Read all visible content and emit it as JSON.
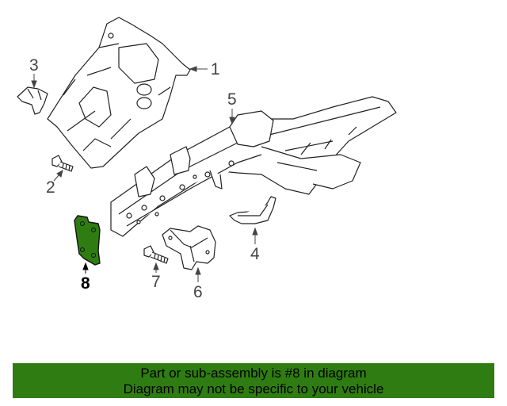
{
  "callouts": {
    "c1": "1",
    "c2": "2",
    "c3": "3",
    "c4": "4",
    "c5": "5",
    "c6": "6",
    "c7": "7",
    "c8": "8"
  },
  "banner": {
    "line1": "Part or sub-assembly is #8 in diagram",
    "line2": "Diagram may not be specific to your vehicle"
  },
  "colors": {
    "highlight": "#2f7d12",
    "line": "#222222",
    "banner_bg": "#2f7d12"
  }
}
